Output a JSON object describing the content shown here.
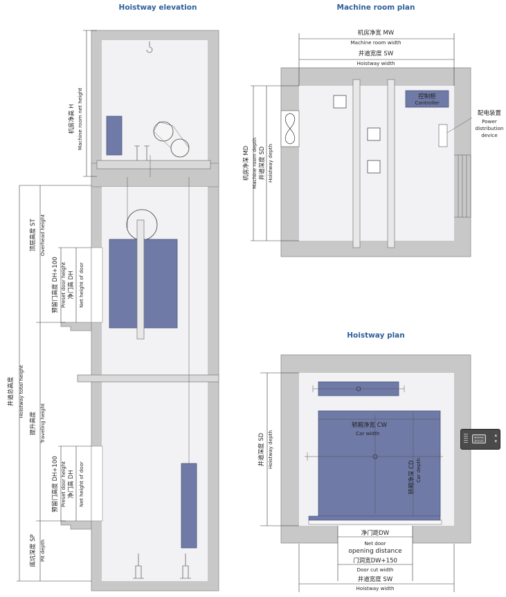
{
  "titles": {
    "hoistway_elevation": "Hoistway elevation",
    "machine_room_plan": "Machine room plan",
    "hoistway_plan": "Hoistway plan"
  },
  "elevation": {
    "machine_room_height_cn": "机房净高 H",
    "machine_room_height_en": "Machine room net height",
    "overhead_cn": "顶层高度 ST",
    "overhead_en": "Overhead height",
    "preset_door_cn": "预留门高度 DH+100",
    "preset_door_en": "Preset door height",
    "net_door_cn": "净门高 DH",
    "net_door_en": "Net height of door",
    "total_height_cn": "井道总高度",
    "total_height_en": "Hoistway total height",
    "travel_cn": "提升高度",
    "travel_en": "Traveling height",
    "preset_door2_cn": "预留门高度 DH+100",
    "preset_door2_en": "Preset door height",
    "net_door2_cn": "净门高 DH",
    "net_door2_en": "Net height of door",
    "pit_cn": "底坑深度 SP",
    "pit_en": "Pit depth"
  },
  "machine_room": {
    "mw_cn": "机房净宽 MW",
    "mw_en": "Machine room width",
    "sw_cn": "井道宽度 SW",
    "sw_en": "Hoistway width",
    "md_cn": "机房净深 MD",
    "md_en": "Machine room depth",
    "sd_cn": "井道深度 SD",
    "sd_en": "Hoistway depth",
    "controller_cn": "控制柜",
    "controller_en": "Controller",
    "power_cn": "配电装置",
    "power_en_1": "Power",
    "power_en_2": "distribution",
    "power_en_3": "device"
  },
  "hoistway_plan": {
    "sd_cn": "井道深度 SD",
    "sd_en": "Hoistway depth",
    "cw_cn": "轿厢净宽 CW",
    "cw_en": "Car width",
    "cd_cn": "轿厢净深 CD",
    "cd_en": "Car depth",
    "dw_cn": "净门距DW",
    "dw_en_1": "Net door",
    "dw_en_2": "opening distance",
    "cut_cn": "门洞宽DW+150",
    "cut_en": "Door cut width",
    "sw_cn": "井道宽度 SW",
    "sw_en": "Hoistway width"
  },
  "colors": {
    "title": "#2f5f9a",
    "wall": "#c8c8c8",
    "car": "#6f7aa6"
  },
  "widget": {
    "icon": "keyboard-icon"
  }
}
